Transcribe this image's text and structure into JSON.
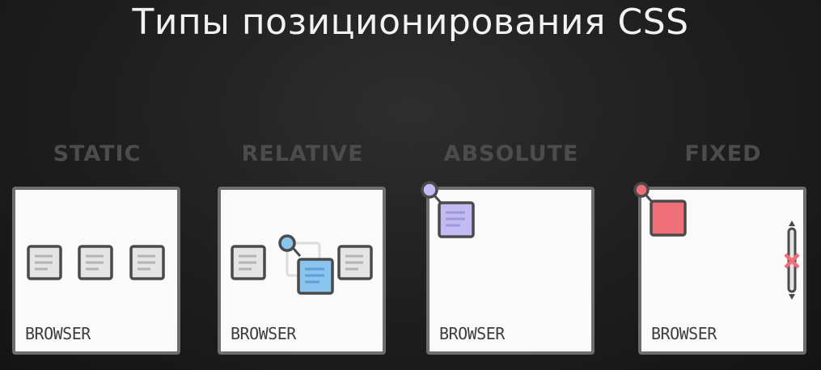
{
  "title": "Типы позиционирования CSS",
  "panels": [
    {
      "label": "STATIC",
      "browser": "BROWSER"
    },
    {
      "label": "RELATIVE",
      "browser": "BROWSER"
    },
    {
      "label": "ABSOLUTE",
      "browser": "BROWSER"
    },
    {
      "label": "FIXED",
      "browser": "BROWSER"
    }
  ],
  "colors": {
    "box_gray": "#e4e4e4",
    "box_blue": "#8cc4f0",
    "box_purple": "#c3bcf2",
    "box_red": "#ee6f78",
    "outline": "#4a4a4a"
  }
}
